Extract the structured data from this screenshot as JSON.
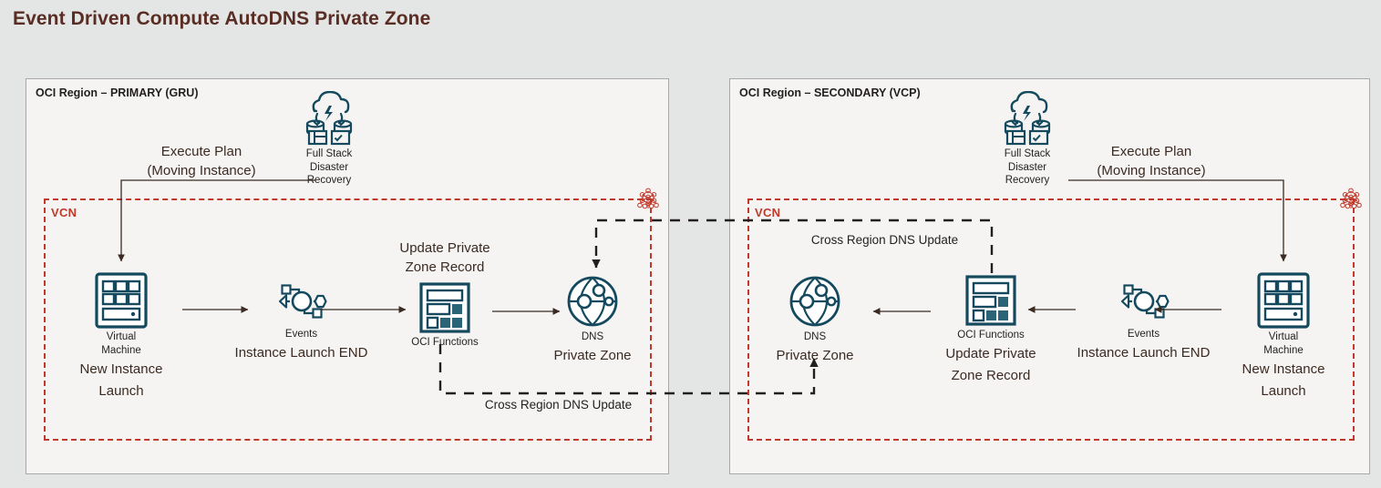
{
  "page": {
    "title": "Event Driven Compute AutoDNS Private Zone",
    "background": "#e4e6e5",
    "title_color": "#5a2d24"
  },
  "colors": {
    "vcn_border": "#c0392b",
    "icon_ink": "#14495e",
    "icon_fill": "#2b6377",
    "arrow": "#3b2a22",
    "panel_bg": "#f5f4f2",
    "panel_border": "#a9a9a9"
  },
  "regions": [
    {
      "id": "primary",
      "title": "OCI Region – PRIMARY (GRU)",
      "vcn_label": "VCN",
      "vcn_icon": "network-cluster-icon",
      "dr": {
        "icon": "full-stack-disaster-recovery-icon",
        "caption_lines": [
          "Full Stack",
          "Disaster",
          "Recovery"
        ]
      },
      "execute_plan": {
        "line1": "Execute Plan",
        "line2": "(Moving Instance)"
      },
      "nodes": [
        {
          "icon": "virtual-machine-icon",
          "caption_lines": [
            "Virtual",
            "Machine"
          ],
          "desc_lines": [
            "New Instance",
            "Launch"
          ]
        },
        {
          "icon": "events-icon",
          "caption_lines": [
            "Events"
          ],
          "desc_lines": [
            "Instance Launch END"
          ]
        },
        {
          "icon": "oci-functions-icon",
          "caption_lines": [
            "OCI Functions"
          ],
          "desc_above_lines": [
            "Update Private",
            "Zone Record"
          ]
        },
        {
          "icon": "dns-globe-icon",
          "caption_lines": [
            "DNS"
          ],
          "desc_lines": [
            "Private Zone"
          ]
        }
      ],
      "cross_region_label": "Cross Region DNS Update"
    },
    {
      "id": "secondary",
      "title": "OCI Region – SECONDARY (VCP)",
      "vcn_label": "VCN",
      "vcn_icon": "network-cluster-icon",
      "dr": {
        "icon": "full-stack-disaster-recovery-icon",
        "caption_lines": [
          "Full Stack",
          "Disaster",
          "Recovery"
        ]
      },
      "execute_plan": {
        "line1": "Execute Plan",
        "line2": "(Moving Instance)"
      },
      "nodes": [
        {
          "icon": "dns-globe-icon",
          "caption_lines": [
            "DNS"
          ],
          "desc_lines": [
            "Private Zone"
          ]
        },
        {
          "icon": "oci-functions-icon",
          "caption_lines": [
            "OCI Functions"
          ],
          "desc_lines": [
            "Update Private",
            "Zone Record"
          ]
        },
        {
          "icon": "events-icon",
          "caption_lines": [
            "Events"
          ],
          "desc_lines": [
            "Instance Launch END"
          ]
        },
        {
          "icon": "virtual-machine-icon",
          "caption_lines": [
            "Virtual",
            "Machine"
          ],
          "desc_lines": [
            "New Instance",
            "Launch"
          ]
        }
      ],
      "cross_region_label": "Cross Region DNS Update"
    }
  ]
}
